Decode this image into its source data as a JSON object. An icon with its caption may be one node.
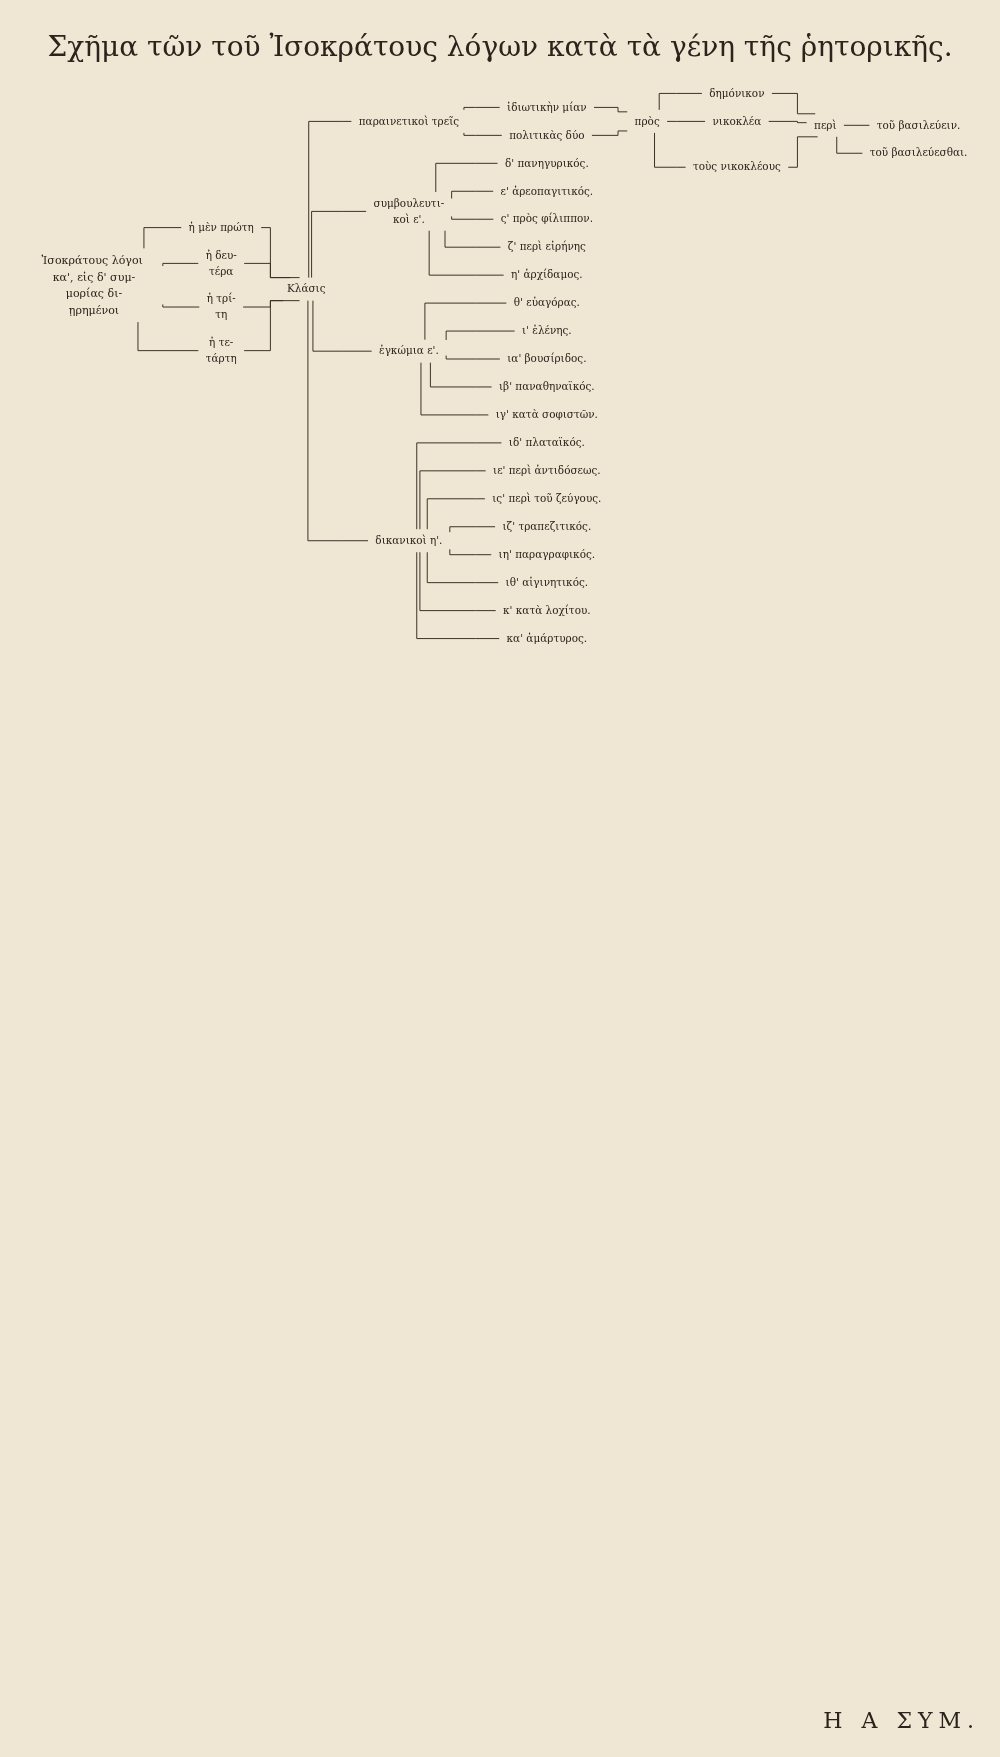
{
  "diagram": {
    "title": "Σχῆμα τῶν τοῦ Ἰσοκράτους λόγων κατὰ τὰ γένη τῆς ῥητορικῆς.",
    "nodes": [
      {
        "text": [
          "Ἰσοκράτους λόγοι κα', εἰς δ' συμ- μορίας δι- ῃρημένοι"
        ]
      },
      {
        "text": [
          "ἡ μὲν πρώτη"
        ]
      },
      {
        "text": [
          "ἡ δευ- τέρα"
        ]
      },
      {
        "text": [
          "ἡ τρί- τη"
        ]
      },
      {
        "text": [
          "ἡ τε- τάρτη"
        ]
      },
      {
        "text": [
          "Κλάσις"
        ]
      },
      {
        "text": [
          "παραινετικοὶ τρεῖς"
        ]
      },
      {
        "text": [
          "συμβουλευτι- κοὶ ε'."
        ]
      },
      {
        "text": [
          "ἐγκώμια ε'."
        ]
      },
      {
        "text": [
          "δικανικοὶ η'."
        ]
      },
      {
        "text": [
          "ἰδιωτικὴν μίαν"
        ]
      },
      {
        "text": [
          "πολιτικὰς δύο"
        ]
      },
      {
        "text": [
          "πρὸς"
        ]
      },
      {
        "text": [
          "δημόνικον"
        ]
      },
      {
        "text": [
          "νικοκλέα"
        ]
      },
      {
        "text": [
          "τοὺς νικοκλέους"
        ]
      },
      {
        "text": [
          "περὶ"
        ]
      },
      {
        "text": [
          "τοῦ βασιλεύειν."
        ]
      },
      {
        "text": [
          "τοῦ βασιλεύεσθαι."
        ]
      },
      {
        "text": [
          "δ' πανηγυρικός."
        ]
      },
      {
        "text": [
          "ε' ἀρεοπαγιτικός."
        ]
      },
      {
        "text": [
          "ς' πρὸς φίλιππον."
        ]
      },
      {
        "text": [
          "ζ' περὶ εἰρήνης"
        ]
      },
      {
        "text": [
          "η' ἀρχίδαμος."
        ]
      },
      {
        "text": [
          "θ' εὐαγόρας."
        ]
      },
      {
        "text": [
          "ι' ἑλένης."
        ]
      },
      {
        "text": [
          "ια' βουσίριδος."
        ]
      },
      {
        "text": [
          "ιβ' παναθηναϊκός."
        ]
      },
      {
        "text": [
          "ιγ' κατὰ σοφιστῶν."
        ]
      },
      {
        "text": [
          "ιδ' πλαταϊκός."
        ]
      },
      {
        "text": [
          "ιε' περὶ ἀντιδόσεως."
        ]
      },
      {
        "text": [
          "ις' περὶ τοῦ ζεύγους."
        ]
      },
      {
        "text": [
          "ιζ' τραπεζιτικός."
        ]
      },
      {
        "text": [
          "ιη' παραγραφικός."
        ]
      },
      {
        "text": [
          "ιθ' αἰγινητικός."
        ]
      },
      {
        "text": [
          "κ' κατὰ λοχίτου."
        ]
      },
      {
        "text": [
          "κα' ἀμάρτυρος."
        ]
      }
    ],
    "edges": [
      {
        "from": 0,
        "to": 1,
        "arrow": "none"
      },
      {
        "from": 0,
        "to": 2,
        "arrow": "none"
      },
      {
        "from": 0,
        "to": 3,
        "arrow": "none"
      },
      {
        "from": 0,
        "to": 4,
        "arrow": "none"
      },
      {
        "from": 1,
        "to": 5,
        "arrow": "none"
      },
      {
        "from": 2,
        "to": 5,
        "arrow": "none"
      },
      {
        "from": 3,
        "to": 5,
        "arrow": "none"
      },
      {
        "from": 4,
        "to": 5,
        "arrow": "none"
      },
      {
        "from": 5,
        "to": 6,
        "arrow": "none"
      },
      {
        "from": 5,
        "to": 7,
        "arrow": "none"
      },
      {
        "from": 5,
        "to": 8,
        "arrow": "none"
      },
      {
        "from": 5,
        "to": 9,
        "arrow": "none"
      },
      {
        "from": 6,
        "to": 10,
        "arrow": "none"
      },
      {
        "from": 6,
        "to": 11,
        "arrow": "none"
      },
      {
        "from": 10,
        "to": 12,
        "arrow": "none"
      },
      {
        "from": 11,
        "to": 12,
        "arrow": "none"
      },
      {
        "from": 12,
        "to": 13,
        "arrow": "none"
      },
      {
        "from": 12,
        "to": 14,
        "arrow": "none"
      },
      {
        "from": 12,
        "to": 15,
        "arrow": "none"
      },
      {
        "from": 13,
        "to": 16,
        "arrow": "none"
      },
      {
        "from": 14,
        "to": 16,
        "arrow": "none"
      },
      {
        "from": 15,
        "to": 16,
        "arrow": "none"
      },
      {
        "from": 16,
        "to": 17,
        "arrow": "none"
      },
      {
        "from": 16,
        "to": 18,
        "arrow": "none"
      },
      {
        "from": 7,
        "to": 19,
        "arrow": "none"
      },
      {
        "from": 7,
        "to": 20,
        "arrow": "none"
      },
      {
        "from": 7,
        "to": 21,
        "arrow": "none"
      },
      {
        "from": 7,
        "to": 22,
        "arrow": "none"
      },
      {
        "from": 7,
        "to": 23,
        "arrow": "none"
      },
      {
        "from": 8,
        "to": 24,
        "arrow": "none"
      },
      {
        "from": 8,
        "to": 25,
        "arrow": "none"
      },
      {
        "from": 8,
        "to": 26,
        "arrow": "none"
      },
      {
        "from": 8,
        "to": 27,
        "arrow": "none"
      },
      {
        "from": 8,
        "to": 28,
        "arrow": "none"
      },
      {
        "from": 9,
        "to": 29,
        "arrow": "none"
      },
      {
        "from": 9,
        "to": 30,
        "arrow": "none"
      },
      {
        "from": 9,
        "to": 31,
        "arrow": "none"
      },
      {
        "from": 9,
        "to": 32,
        "arrow": "none"
      },
      {
        "from": 9,
        "to": 33,
        "arrow": "none"
      },
      {
        "from": 9,
        "to": 34,
        "arrow": "none"
      },
      {
        "from": 9,
        "to": 35,
        "arrow": "none"
      },
      {
        "from": 9,
        "to": 36,
        "arrow": "none"
      }
    ],
    "labels": [
      "Η Α ΣΥΜ."
    ]
  }
}
